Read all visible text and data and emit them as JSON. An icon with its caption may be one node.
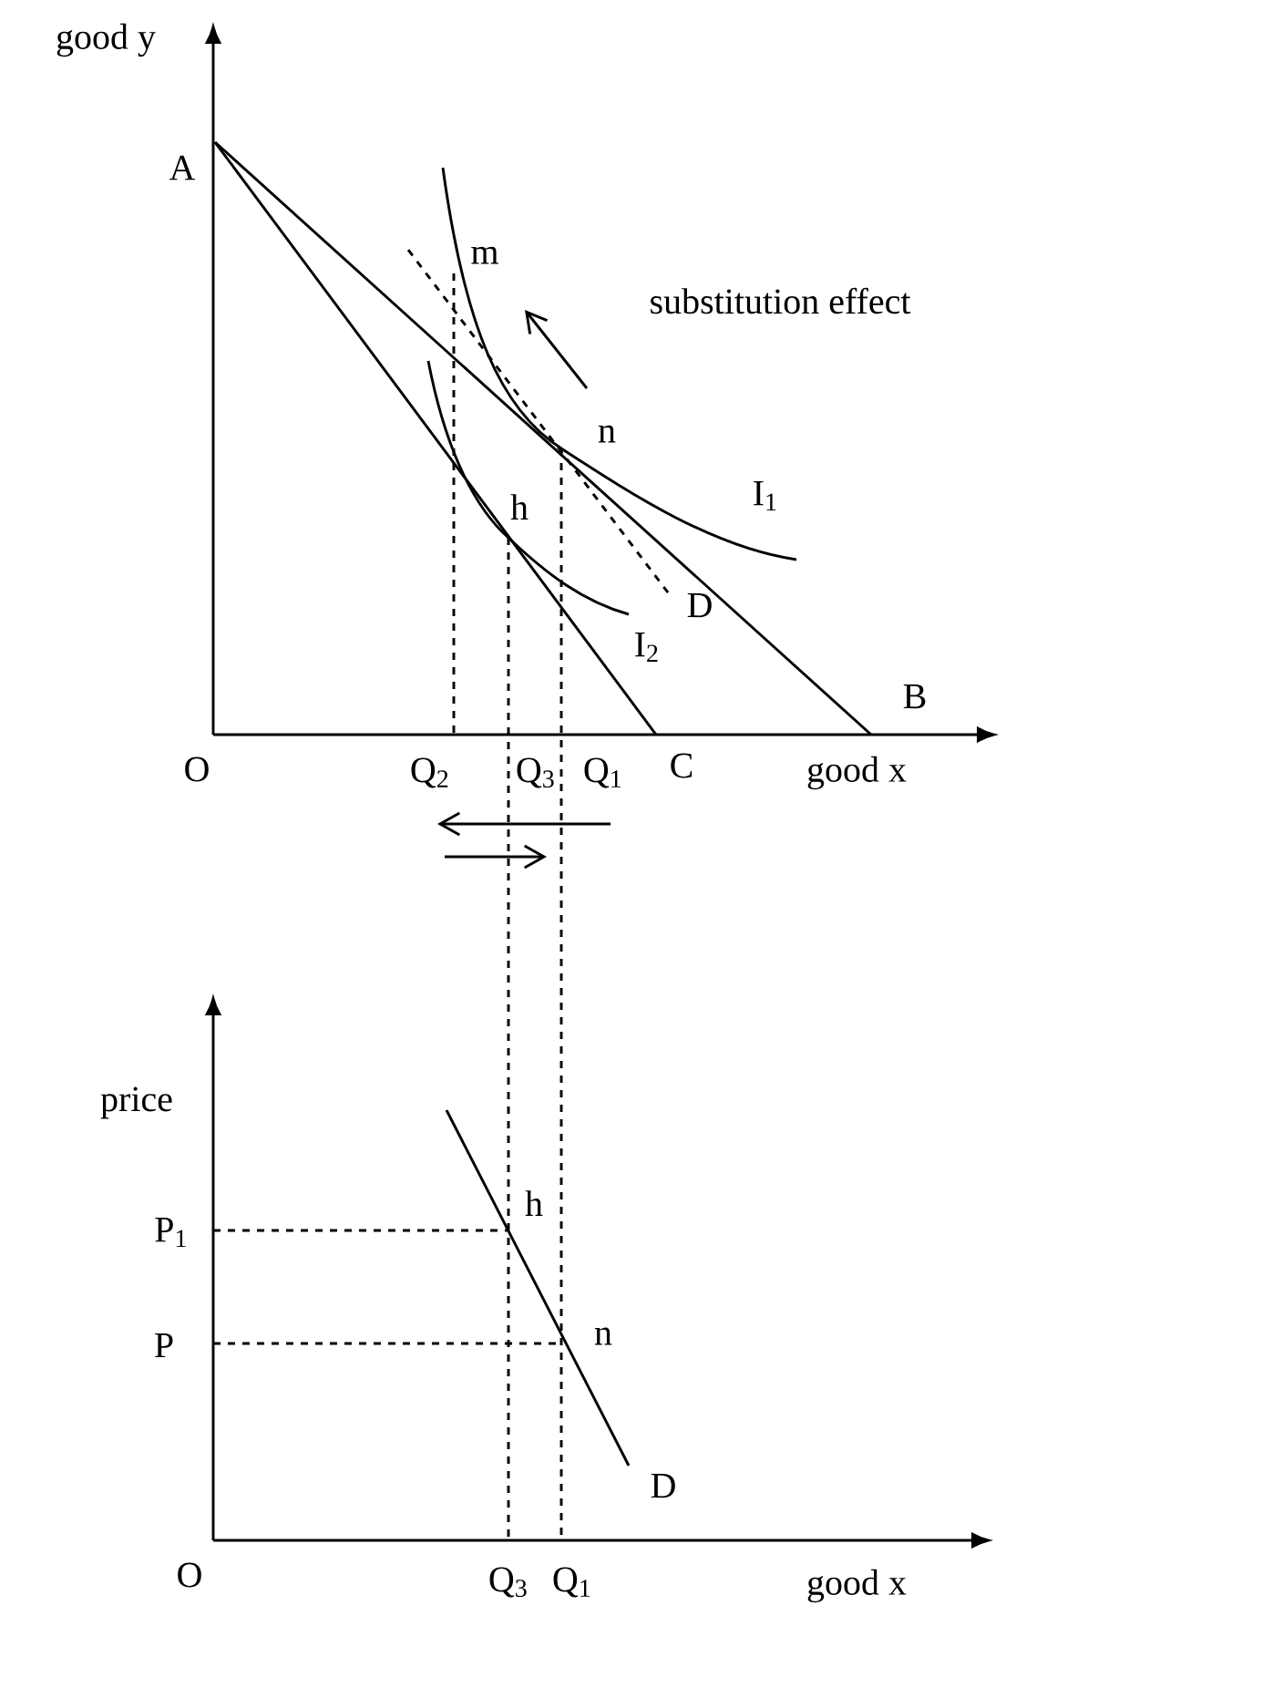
{
  "diagram": {
    "labels": [
      "good y",
      "A",
      "m",
      "substitution effect",
      "n",
      "h",
      "I$_{1}$",
      "D",
      "I$_{2}$",
      "B",
      "O",
      "Q$_{2}$",
      "Q$_{3}$",
      "Q$_{1}$",
      "C",
      "good x",
      "price",
      "h",
      "P$_{1}$",
      "P",
      "n",
      "D",
      "O",
      "Q$_{3}$",
      "Q$_{1}$",
      "good x"
    ]
  }
}
